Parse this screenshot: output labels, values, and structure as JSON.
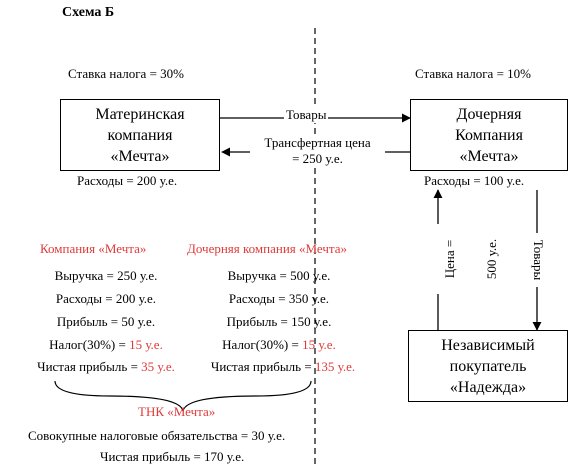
{
  "title": "Схема Б",
  "left_tax_rate": "Ставка налога = 30%",
  "right_tax_rate": "Ставка налога = 10%",
  "parent_box": [
    "Материнская",
    "компания",
    "«Мечта»"
  ],
  "subsidiary_box": [
    "Дочерняя",
    "Компания",
    "«Мечта»"
  ],
  "buyer_box": [
    "Независимый",
    "покупатель",
    "«Надежда»"
  ],
  "arrow_goods_top": "Товары",
  "transfer_price": [
    "Трансфертная цена",
    "= 250 у.е."
  ],
  "parent_expenses": "Расходы = 200 у.е.",
  "subsidiary_expenses": "Расходы = 100 у.е.",
  "price_label": [
    "Цена =",
    "500 у.е."
  ],
  "goods_vertical": "Товары",
  "left_column": {
    "heading": "Компания «Мечта»",
    "revenue": "Выручка = 250 у.е.",
    "expenses": "Расходы = 200 у.е.",
    "profit": "Прибыль = 50 у.е.",
    "tax_prefix": "Налог(30%) = ",
    "tax_value": "15 у.е.",
    "net_prefix": "Чистая прибыль = ",
    "net_value": "35 у.е."
  },
  "right_column": {
    "heading": "Дочерняя компания «Мечта»",
    "revenue": "Выручка = 500 у.е.",
    "expenses": "Расходы = 350 у.е.",
    "profit": "Прибыль = 150 у.е.",
    "tax_prefix": "Налог(30%) = ",
    "tax_value": "15 у.е.",
    "net_prefix": "Чистая прибыль = ",
    "net_value": "135 у.е."
  },
  "tnk_label": "ТНК «Мечта»",
  "total_tax": "Совокупные налоговые обязательства = 30 у.е.",
  "total_net": "Чистая прибыль = 170 у.е.",
  "colors": {
    "accent_red": "#e03a3a",
    "line": "#000000"
  }
}
